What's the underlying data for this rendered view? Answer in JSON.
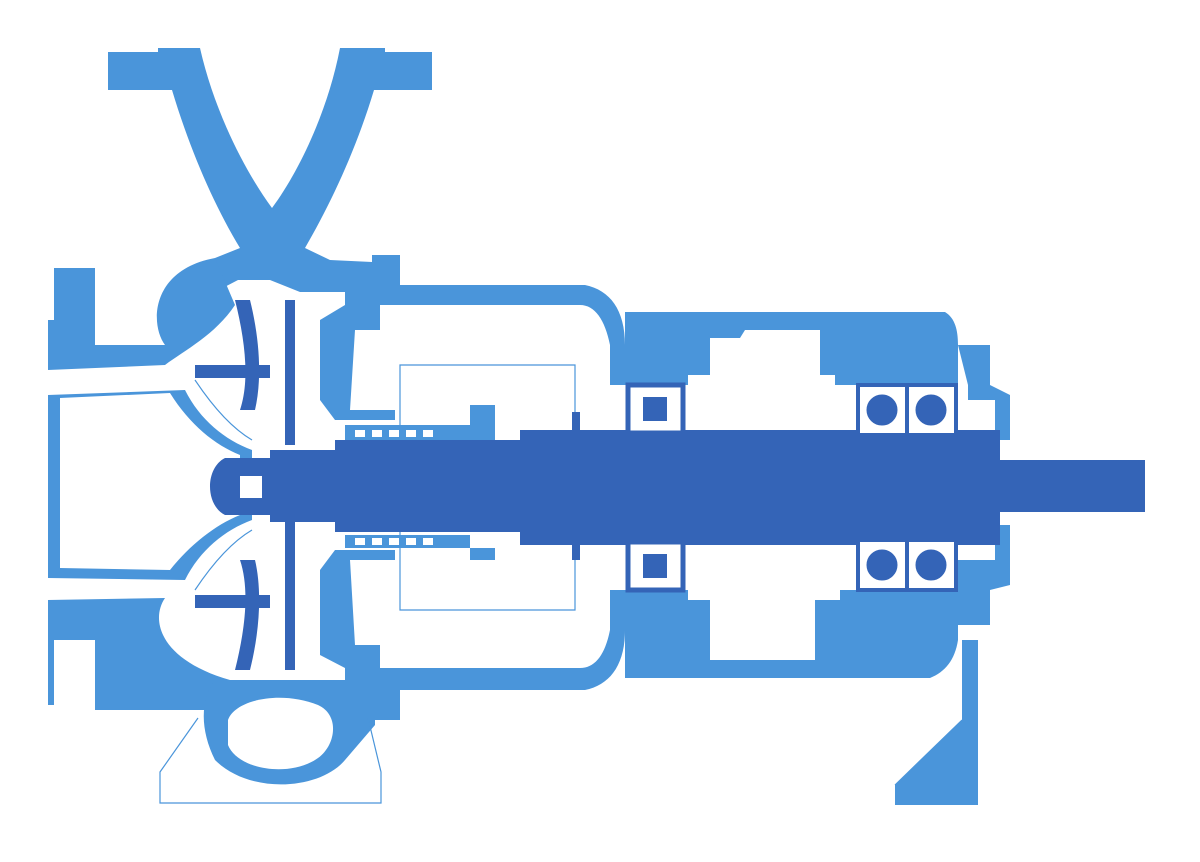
{
  "diagram": {
    "type": "centrifugal-pump-cross-section",
    "colors": {
      "casing": "#4a95da",
      "rotor": "#3464b7",
      "outline": "#4a95da",
      "background": "#ffffff"
    },
    "components": [
      "discharge-flange",
      "suction-flange",
      "volute-casing",
      "impeller",
      "casing-cover",
      "mechanical-seal",
      "shaft",
      "bearing-bracket",
      "pump-side-bearing",
      "drive-side-double-bearing",
      "casing-foot",
      "bracket-support-foot"
    ]
  }
}
